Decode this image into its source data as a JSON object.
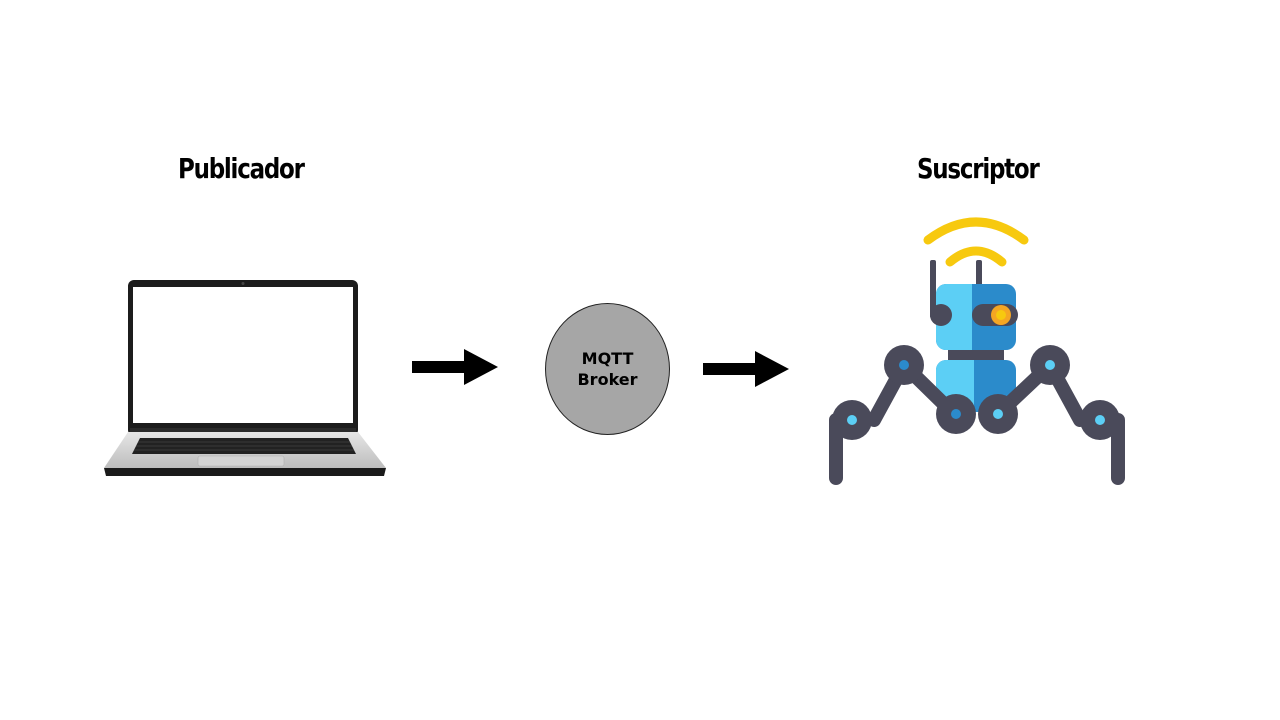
{
  "diagram": {
    "publisher": {
      "label": "Publicador",
      "icon": "laptop-icon"
    },
    "broker": {
      "line1": "MQTT",
      "line2": "Broker",
      "fill": "#a6a6a6"
    },
    "subscriber": {
      "label": "Suscriptor",
      "icon": "robot-icon"
    },
    "arrows": [
      "arrow-right-icon",
      "arrow-right-icon"
    ],
    "colors": {
      "robot_body_light": "#5ccff5",
      "robot_body_dark": "#2b8bcb",
      "robot_frame": "#4a4a5a",
      "signal": "#f7c90f",
      "eye": "#f5a623"
    }
  }
}
